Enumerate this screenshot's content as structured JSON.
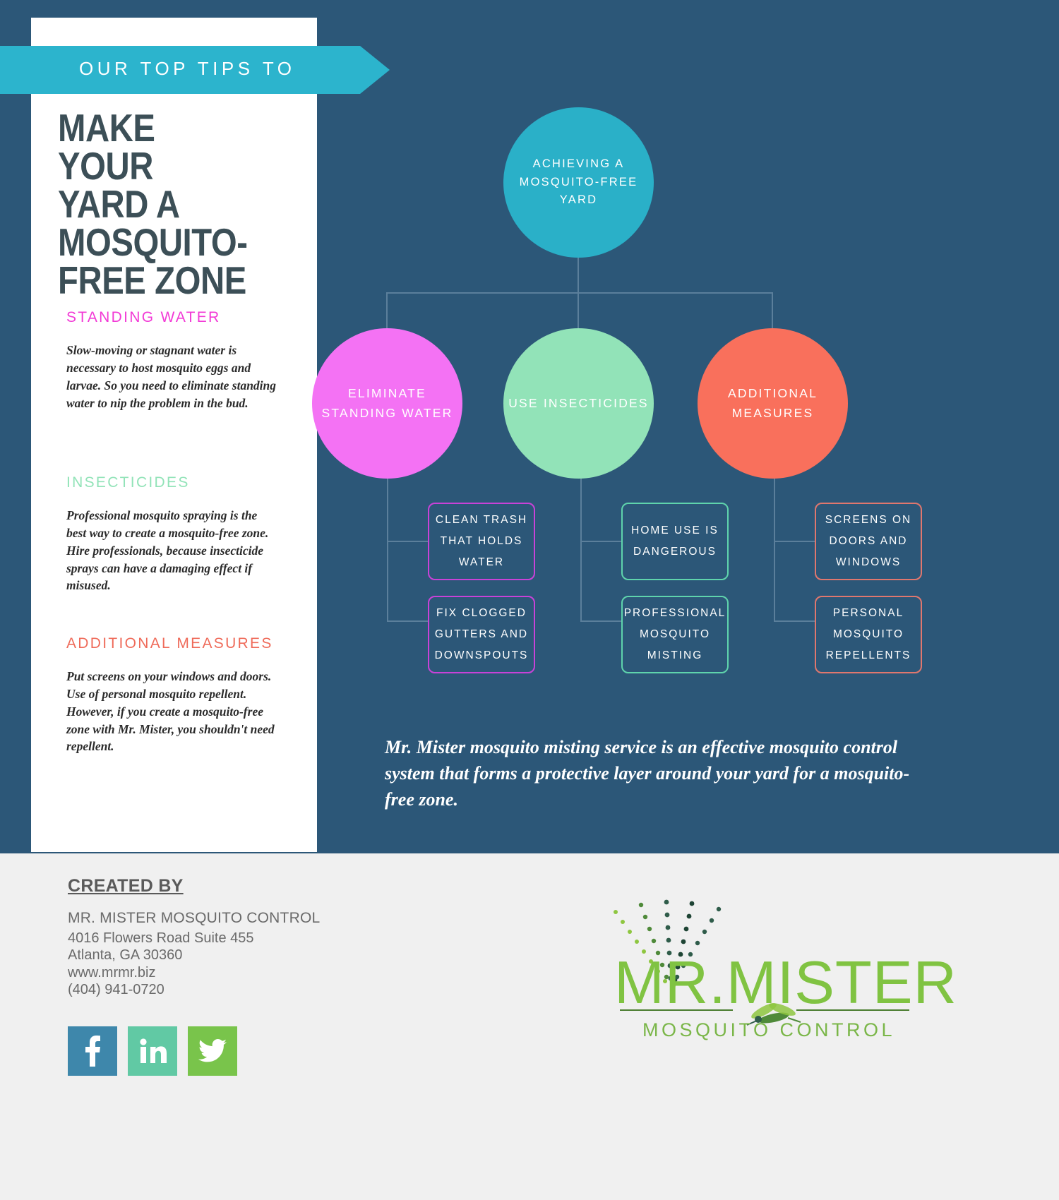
{
  "theme": {
    "bg_navy": "#2c5778",
    "ribbon_teal": "#2cb4cd",
    "pink": "#f472f4",
    "mint": "#92e3b8",
    "coral": "#f9705c",
    "root_teal": "#2ab0c8",
    "footer_bg": "#f0f0f0",
    "headline_color": "#3c4f57",
    "logo_green": "#80c342"
  },
  "ribbon": {
    "label": "OUR TOP TIPS TO"
  },
  "headline": {
    "text": "MAKE YOUR YARD A MOSQUITO-FREE ZONE"
  },
  "sections": [
    {
      "title": "STANDING WATER",
      "color": "#f23ad6",
      "body": "Slow-moving or stagnant water is necessary to host mosquito eggs and larvae. So you need to eliminate standing water to nip the problem in the bud."
    },
    {
      "title": "INSECTICIDES",
      "color": "#92e3b8",
      "body": "Professional mosquito spraying is the best way to create a mosquito-free zone. Hire professionals, because insecticide sprays can have a damaging effect if misused."
    },
    {
      "title": "ADDITIONAL MEASURES",
      "color": "#ef6b5a",
      "body": "Put screens on your windows and doors. Use of personal mosquito repellent. However, if you create a mosquito-free zone with Mr. Mister, you shouldn't need repellent."
    }
  ],
  "diagram": {
    "root": {
      "label": "ACHIEVING A MOSQUITO-FREE YARD",
      "color": "#2ab0c8"
    },
    "branches": [
      {
        "label": "ELIMINATE STANDING WATER",
        "color": "#f472f4",
        "border": "#c942d8",
        "nodes": [
          {
            "label": "CLEAN TRASH THAT HOLDS WATER"
          },
          {
            "label": "FIX CLOGGED GUTTERS AND DOWNSPOUTS"
          }
        ]
      },
      {
        "label": "USE INSECTICIDES",
        "color": "#92e3b8",
        "border": "#5fd4ac",
        "nodes": [
          {
            "label": "HOME USE IS DANGEROUS"
          },
          {
            "label": "PROFESSIONAL MOSQUITO MISTING"
          }
        ]
      },
      {
        "label": "ADDITIONAL MEASURES",
        "color": "#f9705c",
        "border": "#e0776e",
        "nodes": [
          {
            "label": "SCREENS ON DOORS AND WINDOWS"
          },
          {
            "label": "PERSONAL MOSQUITO REPELLENTS"
          }
        ]
      }
    ]
  },
  "lead_paragraph": "Mr. Mister mosquito misting service is an effective mosquito control system that forms a protective layer around your yard for a mosquito-free zone.",
  "footer": {
    "created_by_label": "CREATED BY",
    "company": "MR. MISTER MOSQUITO CONTROL",
    "address_line1": "4016 Flowers Road Suite 455",
    "address_line2": "Atlanta, GA 30360",
    "website": "www.mrmr.biz",
    "phone": "(404) 941-0720",
    "social": [
      {
        "name": "facebook",
        "glyph": "f",
        "color": "#3e87ab"
      },
      {
        "name": "linkedin",
        "glyph": "in",
        "color": "#61c9a4"
      },
      {
        "name": "twitter",
        "glyph": "ᵛ",
        "color": "#79c44b"
      }
    ],
    "logo": {
      "wordmark": "MR.MISTER",
      "tagline": "MOSQUITO CONTROL"
    }
  }
}
